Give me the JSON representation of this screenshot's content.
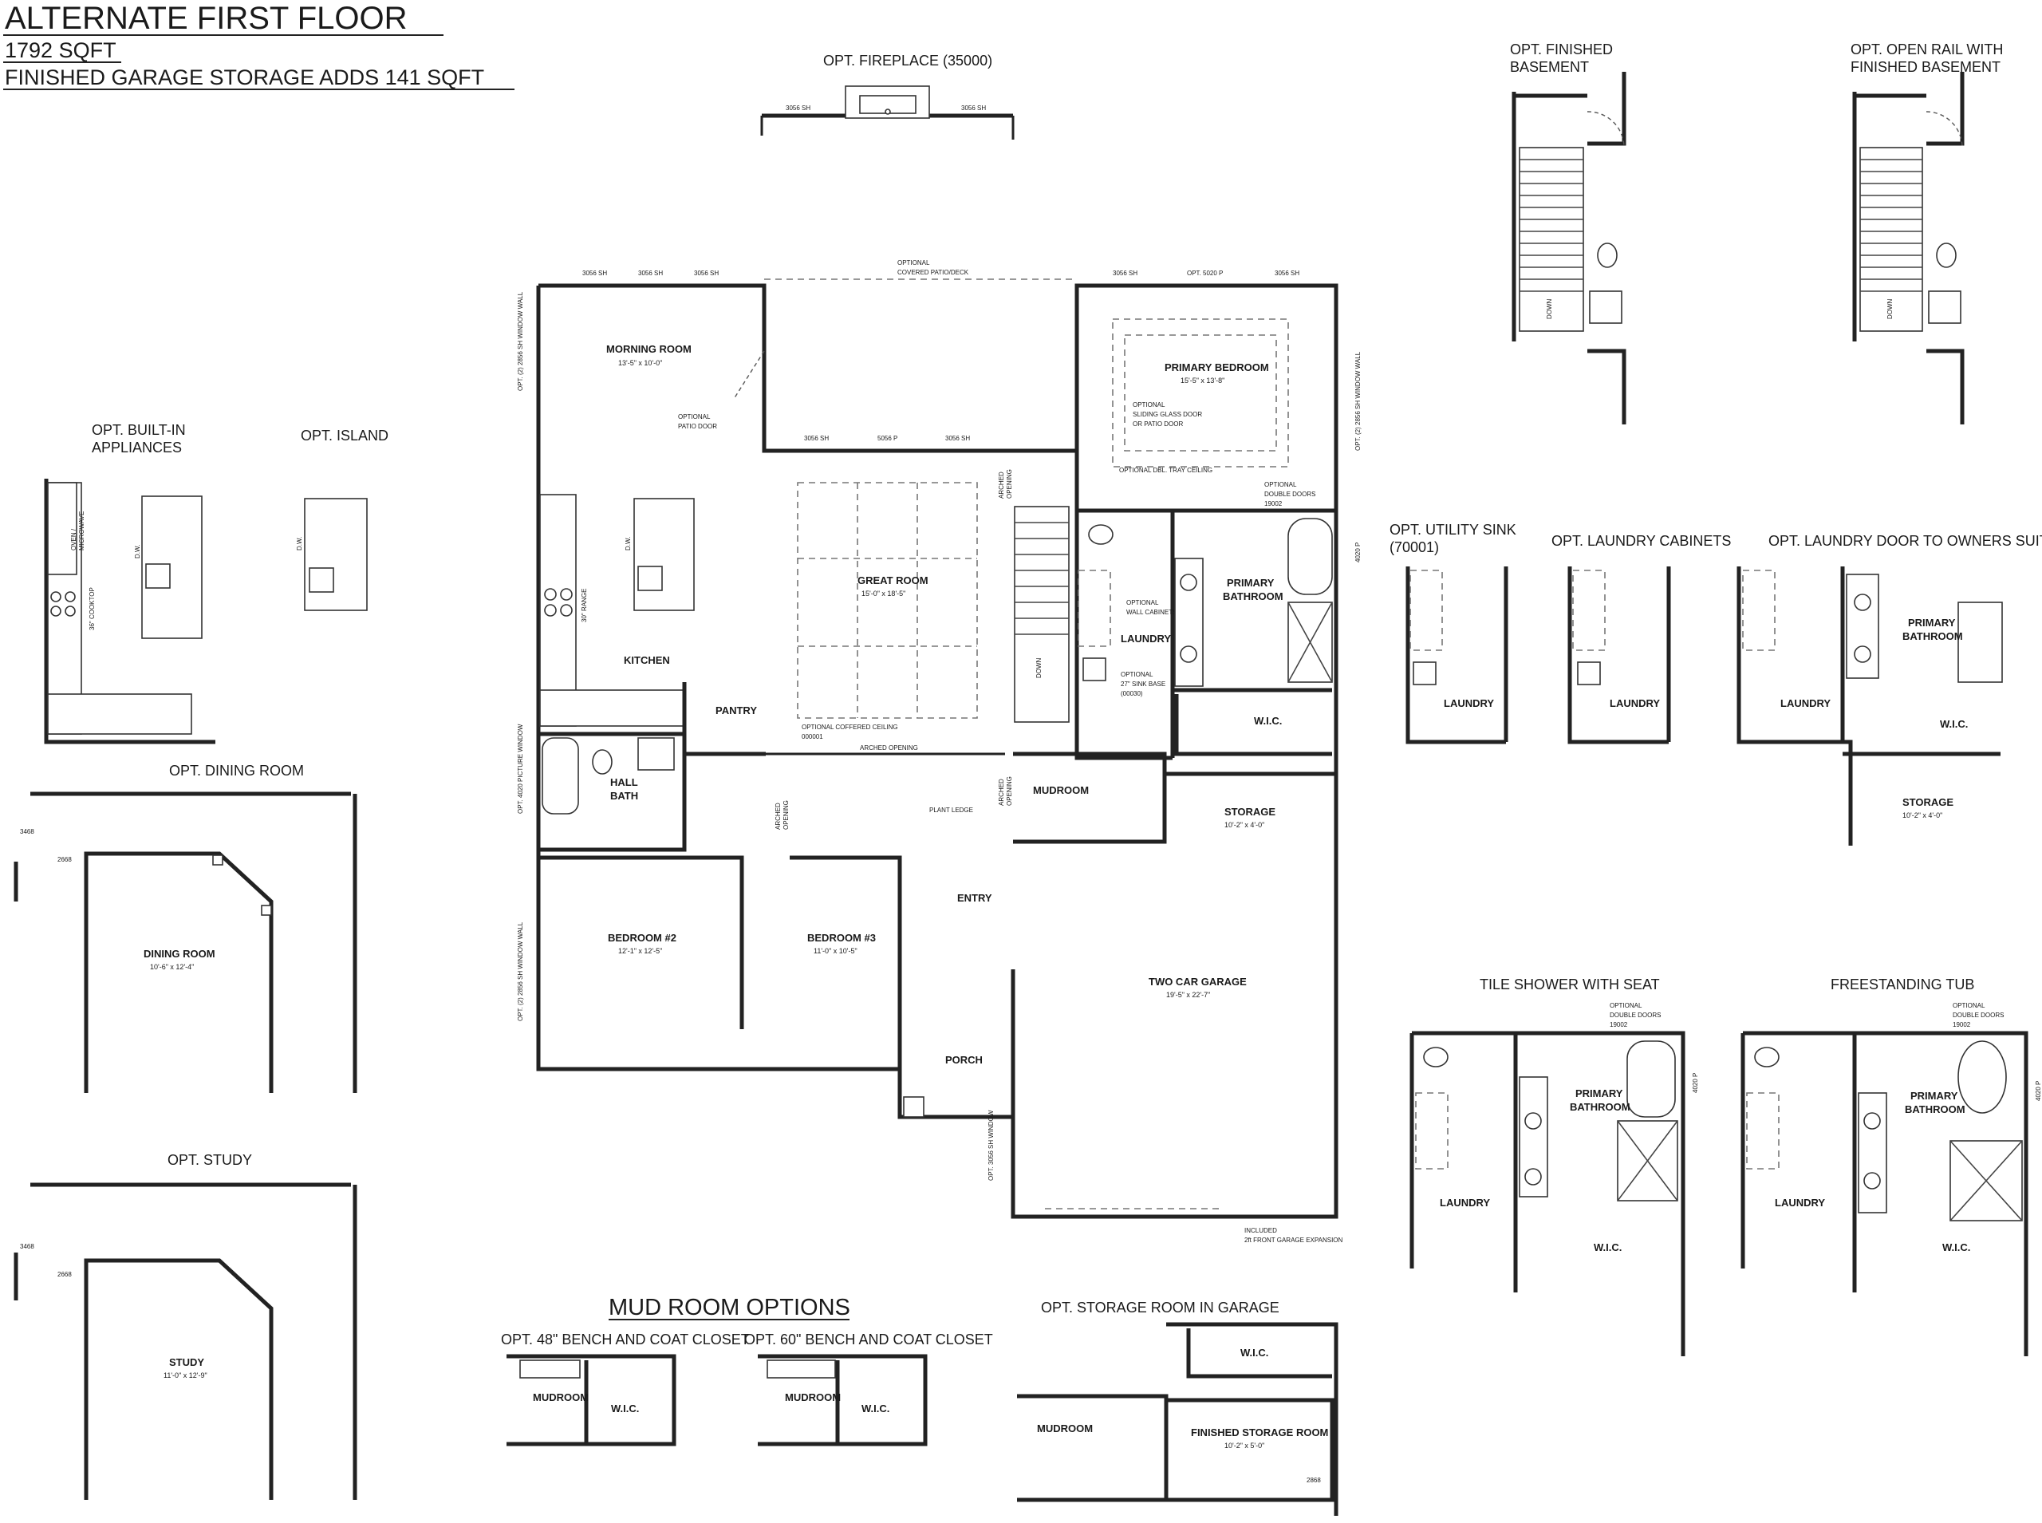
{
  "header": {
    "title": "ALTERNATE FIRST FLOOR",
    "sqft": "1792 SQFT",
    "garage_note": "FINISHED GARAGE STORAGE ADDS 141 SQFT"
  },
  "option_titles": {
    "fireplace": "OPT. FIREPLACE (35000)",
    "finished_basement_1": "OPT. FINISHED",
    "finished_basement_2": "BASEMENT",
    "open_rail_1": "OPT. OPEN RAIL WITH",
    "open_rail_2": "FINISHED BASEMENT",
    "builtin_1": "OPT. BUILT-IN",
    "builtin_2": "APPLIANCES",
    "island": "OPT. ISLAND",
    "dining_room": "OPT. DINING ROOM",
    "study": "OPT. STUDY",
    "utility_sink_1": "OPT. UTILITY SINK",
    "utility_sink_2": "(70001)",
    "laundry_cabinets": "OPT. LAUNDRY CABINETS",
    "laundry_door": "OPT. LAUNDRY DOOR TO OWNERS SUITE",
    "tile_shower": "TILE SHOWER WITH SEAT",
    "freestanding_tub": "FREESTANDING TUB",
    "mud_room_options": "MUD ROOM OPTIONS",
    "bench_48": "OPT. 48\" BENCH AND COAT CLOSET",
    "bench_60": "OPT. 60\" BENCH AND COAT CLOSET",
    "storage_room": "OPT. STORAGE ROOM IN GARAGE"
  },
  "rooms": {
    "morning_room": {
      "name": "MORNING ROOM",
      "dims": "13'-5\" x 10'-0\""
    },
    "primary_bedroom": {
      "name": "PRIMARY BEDROOM",
      "dims": "15'-5\" x 13'-8\""
    },
    "great_room": {
      "name": "GREAT ROOM",
      "dims": "15'-0\" x 18'-5\""
    },
    "kitchen": {
      "name": "KITCHEN"
    },
    "pantry": {
      "name": "PANTRY"
    },
    "laundry": {
      "name": "LAUNDRY"
    },
    "primary_bathroom_1": "PRIMARY",
    "primary_bathroom_2": "BATHROOM",
    "wic": "W.I.C.",
    "hall_bath_1": "HALL",
    "hall_bath_2": "BATH",
    "mudroom": "MUDROOM",
    "storage": {
      "name": "STORAGE",
      "dims": "10'-2\" x 4'-0\""
    },
    "bedroom2": {
      "name": "BEDROOM #2",
      "dims": "12'-1\" x 12'-5\""
    },
    "bedroom3": {
      "name": "BEDROOM #3",
      "dims": "11'-0\" x 10'-5\""
    },
    "entry": "ENTRY",
    "porch": "PORCH",
    "garage": {
      "name": "TWO CAR GARAGE",
      "dims": "19'-5\" x 22'-7\""
    },
    "dining": {
      "name": "DINING ROOM",
      "dims": "10'-6\" x 12'-4\""
    },
    "study": {
      "name": "STUDY",
      "dims": "11'-0\" x 12'-9\""
    },
    "finished_storage": {
      "name": "FINISHED STORAGE ROOM",
      "dims": "10'-2\" x 5'-0\""
    },
    "mudroom_title": "MUDROOM"
  },
  "notes": {
    "covered_patio_1": "OPTIONAL",
    "covered_patio_2": "COVERED PATIO/DECK",
    "patio_door_1": "OPTIONAL",
    "patio_door_2": "PATIO DOOR",
    "sliding_1": "OPTIONAL",
    "sliding_2": "SLIDING GLASS DOOR",
    "sliding_3": "OR PATIO DOOR",
    "tray_ceiling": "OPTIONAL DBL. TRAY CEILING",
    "double_doors_1": "OPTIONAL",
    "double_doors_2": "DOUBLE DOORS",
    "double_doors_3": "19002",
    "wall_cab_1": "OPTIONAL",
    "wall_cab_2": "WALL CABINETS",
    "sink_base_1": "OPTIONAL",
    "sink_base_2": "27\" SINK BASE",
    "sink_base_3": "(00030)",
    "coffered_1": "OPTIONAL COFFERED CEILING",
    "coffered_2": "000001",
    "arched_opening": "ARCHED OPENING",
    "arched_1": "ARCHED",
    "arched_2": "OPENING",
    "plant_ledge": "PLANT LEDGE",
    "garage_exp_1": "INCLUDED",
    "garage_exp_2": "2ft FRONT GARAGE EXPANSION",
    "down": "DOWN",
    "range": "30\" RANGE",
    "cooktop": "36\" COOKTOP",
    "dw": "D.W.",
    "oven_1": "OVEN /",
    "oven_2": "MICROWAVE",
    "win_morning": "OPT. (2) 2856 SH WINDOW WALL",
    "win_primary": "OPT. (2) 2856 SH WINDOW WALL",
    "win_picture": "OPT. 4020 PICTURE WINDOW",
    "win_bed2": "OPT. (2) 2856 SH WINDOW WALL",
    "win_garage": "OPT. 3056 SH WINDOW",
    "w3056": "3056 SH",
    "w5056": "5056 P",
    "w5020": "OPT. 5020 P",
    "w4020": "4020 P",
    "w3468": "3468",
    "w2668": "2668",
    "w2868": "2868"
  }
}
